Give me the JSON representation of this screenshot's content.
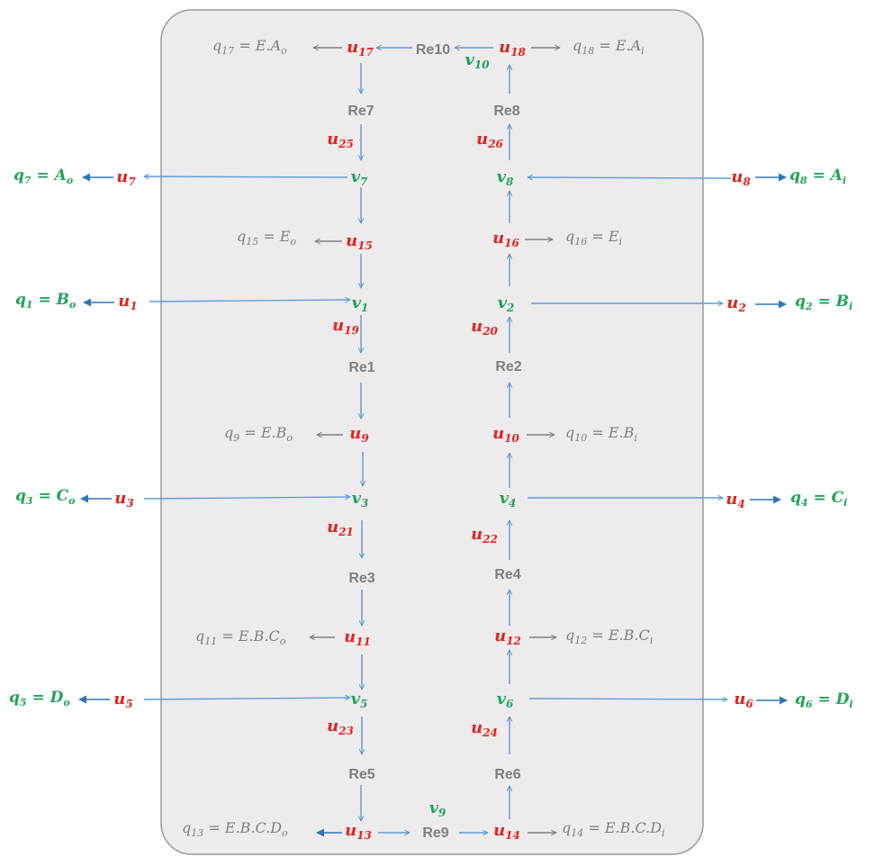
{
  "colors": {
    "panel_fill": "#edebec",
    "panel_stroke": "#9a9a9a",
    "arrow_blue": "#5b9bd5",
    "arrow_dark": "#2e75b6",
    "arrow_gray": "#7f7f7f",
    "red": "#e3211c",
    "green": "#1fa35a",
    "gray": "#7f7f7f"
  },
  "reactions": {
    "re1": "Re1",
    "re2": "Re2",
    "re3": "Re3",
    "re4": "Re4",
    "re5": "Re5",
    "re6": "Re6",
    "re7": "Re7",
    "re8": "Re8",
    "re9": "Re9",
    "re10": "Re10"
  },
  "v_nodes": {
    "v1": {
      "base": "v",
      "sub": "1"
    },
    "v2": {
      "base": "v",
      "sub": "2"
    },
    "v3": {
      "base": "v",
      "sub": "3"
    },
    "v4": {
      "base": "v",
      "sub": "4"
    },
    "v5": {
      "base": "v",
      "sub": "5"
    },
    "v6": {
      "base": "v",
      "sub": "6"
    },
    "v7": {
      "base": "v",
      "sub": "7"
    },
    "v8": {
      "base": "v",
      "sub": "8"
    },
    "v9": {
      "base": "v",
      "sub": "9"
    },
    "v10": {
      "base": "v",
      "sub": "10"
    }
  },
  "u_nodes": {
    "u1": {
      "base": "u",
      "sub": "1"
    },
    "u2": {
      "base": "u",
      "sub": "2"
    },
    "u3": {
      "base": "u",
      "sub": "3"
    },
    "u4": {
      "base": "u",
      "sub": "4"
    },
    "u5": {
      "base": "u",
      "sub": "5"
    },
    "u6": {
      "base": "u",
      "sub": "6"
    },
    "u7": {
      "base": "u",
      "sub": "7"
    },
    "u8": {
      "base": "u",
      "sub": "8"
    },
    "u9": {
      "base": "u",
      "sub": "9"
    },
    "u10": {
      "base": "u",
      "sub": "10"
    },
    "u11": {
      "base": "u",
      "sub": "11"
    },
    "u12": {
      "base": "u",
      "sub": "12"
    },
    "u13": {
      "base": "u",
      "sub": "13"
    },
    "u14": {
      "base": "u",
      "sub": "14"
    },
    "u15": {
      "base": "u",
      "sub": "15"
    },
    "u16": {
      "base": "u",
      "sub": "16"
    },
    "u17": {
      "base": "u",
      "sub": "17"
    },
    "u18": {
      "base": "u",
      "sub": "18"
    },
    "u19": {
      "base": "u",
      "sub": "19"
    },
    "u20": {
      "base": "u",
      "sub": "20"
    },
    "u21": {
      "base": "u",
      "sub": "21"
    },
    "u22": {
      "base": "u",
      "sub": "22"
    },
    "u23": {
      "base": "u",
      "sub": "23"
    },
    "u24": {
      "base": "u",
      "sub": "24"
    },
    "u25": {
      "base": "u",
      "sub": "25"
    },
    "u26": {
      "base": "u",
      "sub": "26"
    }
  },
  "outputs_green": {
    "q1": {
      "q": "q",
      "sub": "1",
      "eq": " = ",
      "var": "B",
      "vsub": "o"
    },
    "q2": {
      "q": "q",
      "sub": "2",
      "eq": " = ",
      "var": "B",
      "vsub": "i"
    },
    "q3": {
      "q": "q",
      "sub": "3",
      "eq": " = ",
      "var": "C",
      "vsub": "o"
    },
    "q4": {
      "q": "q",
      "sub": "4",
      "eq": " = ",
      "var": "C",
      "vsub": "i"
    },
    "q5": {
      "q": "q",
      "sub": "5",
      "eq": " = ",
      "var": "D",
      "vsub": "o"
    },
    "q6": {
      "q": "q",
      "sub": "6",
      "eq": " = ",
      "var": "D",
      "vsub": "i"
    },
    "q7": {
      "q": "q",
      "sub": "7",
      "eq": " = ",
      "var": "A",
      "vsub": "o"
    },
    "q8": {
      "q": "q",
      "sub": "8",
      "eq": " = ",
      "var": "A",
      "vsub": "i"
    }
  },
  "outputs_gray": {
    "q9": {
      "q": "q",
      "sub": "9",
      "eq": " = ",
      "var": "E.B",
      "vsub": "o"
    },
    "q10": {
      "q": "q",
      "sub": "10",
      "eq": " = ",
      "var": "E.B",
      "vsub": "i"
    },
    "q11": {
      "q": "q",
      "sub": "11",
      "eq": " = ",
      "var": "E.B.C",
      "vsub": "o"
    },
    "q12": {
      "q": "q",
      "sub": "12",
      "eq": " = ",
      "var": "E.B.C",
      "vsub": "i"
    },
    "q13": {
      "q": "q",
      "sub": "13",
      "eq": " = ",
      "var": "E.B.C.D",
      "vsub": "o"
    },
    "q14": {
      "q": "q",
      "sub": "14",
      "eq": " = ",
      "var": "E.B.C.D",
      "vsub": "i"
    },
    "q15": {
      "q": "q",
      "sub": "15",
      "eq": " = ",
      "var": "E",
      "vsub": "o"
    },
    "q16": {
      "q": "q",
      "sub": "16",
      "eq": " = ",
      "var": "E",
      "vsub": "i"
    },
    "q17": {
      "q": "q",
      "sub": "17",
      "eq": " = ",
      "var": "E.A",
      "vsub": "o"
    },
    "q18": {
      "q": "q",
      "sub": "18",
      "eq": " = ",
      "var": "E.A",
      "vsub": "i"
    }
  }
}
